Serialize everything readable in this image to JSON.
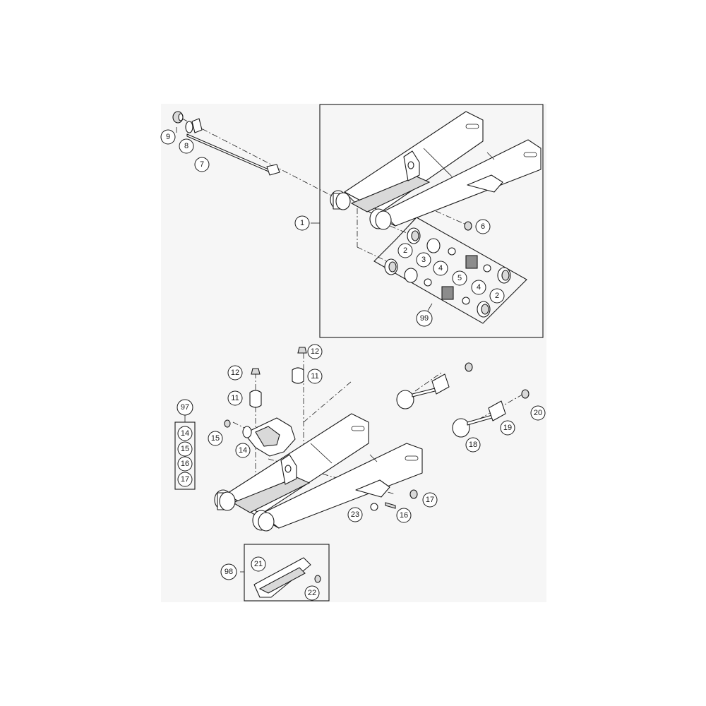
{
  "callouts": [
    {
      "id": "c-9",
      "label": "9"
    },
    {
      "id": "c-8",
      "label": "8"
    },
    {
      "id": "c-7",
      "label": "7"
    },
    {
      "id": "c-1",
      "label": "1"
    },
    {
      "id": "c-6",
      "label": "6"
    },
    {
      "id": "c-2a",
      "label": "2"
    },
    {
      "id": "c-3",
      "label": "3"
    },
    {
      "id": "c-4a",
      "label": "4"
    },
    {
      "id": "c-5",
      "label": "5"
    },
    {
      "id": "c-4b",
      "label": "4"
    },
    {
      "id": "c-2b",
      "label": "2"
    },
    {
      "id": "c-99",
      "label": "99"
    },
    {
      "id": "c-12a",
      "label": "12"
    },
    {
      "id": "c-11a",
      "label": "11"
    },
    {
      "id": "c-12b",
      "label": "12"
    },
    {
      "id": "c-11b",
      "label": "11"
    },
    {
      "id": "c-97",
      "label": "97"
    },
    {
      "id": "c-14a",
      "label": "14"
    },
    {
      "id": "c-15a",
      "label": "15"
    },
    {
      "id": "c-16a",
      "label": "16"
    },
    {
      "id": "c-17a",
      "label": "17"
    },
    {
      "id": "c-15b",
      "label": "15"
    },
    {
      "id": "c-14b",
      "label": "14"
    },
    {
      "id": "c-20",
      "label": "20"
    },
    {
      "id": "c-19",
      "label": "19"
    },
    {
      "id": "c-18",
      "label": "18"
    },
    {
      "id": "c-17b",
      "label": "17"
    },
    {
      "id": "c-23",
      "label": "23"
    },
    {
      "id": "c-16b",
      "label": "16"
    },
    {
      "id": "c-98",
      "label": "98"
    },
    {
      "id": "c-21",
      "label": "21"
    },
    {
      "id": "c-22",
      "label": "22"
    }
  ]
}
